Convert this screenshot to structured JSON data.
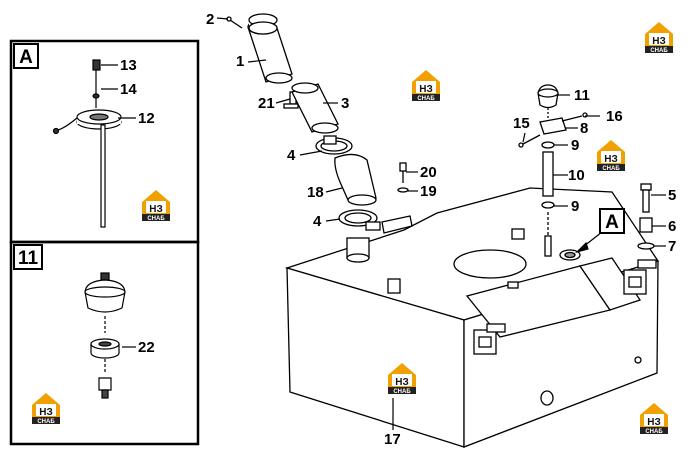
{
  "panels": {
    "a": {
      "label": "A"
    },
    "b": {
      "label": "11"
    }
  },
  "callouts": {
    "c1": "1",
    "c2": "2",
    "c3": "3",
    "c4a": "4",
    "c4b": "4",
    "c5": "5",
    "c6": "6",
    "c7": "7",
    "c8": "8",
    "c9a": "9",
    "c9b": "9",
    "c10": "10",
    "c11": "11",
    "c12": "12",
    "c13": "13",
    "c14": "14",
    "c15": "15",
    "c16": "16",
    "c17": "17",
    "c18": "18",
    "c19": "19",
    "c20": "20",
    "c21": "21",
    "c22": "22"
  },
  "view_marker": "A",
  "watermark": {
    "text": "НЗ",
    "sub": "СНАБ",
    "color": "#f0a000"
  }
}
